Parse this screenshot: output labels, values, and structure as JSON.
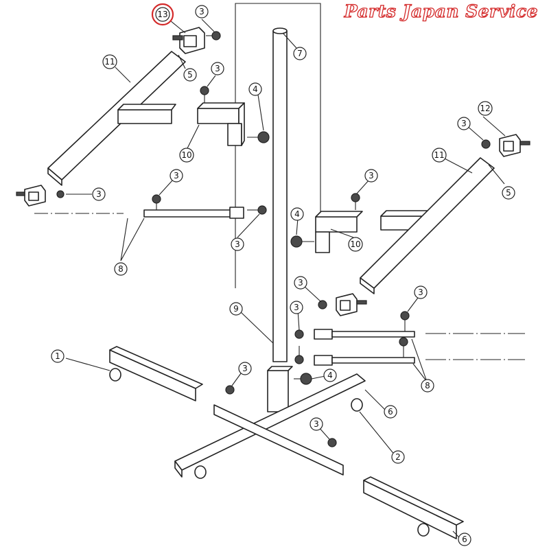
{
  "watermark": {
    "text": "Parts Japan Service",
    "color": "#d42a2a"
  },
  "highlight": {
    "part": "13",
    "color": "#d42a2a"
  },
  "callouts": {
    "c1": "1",
    "c2": "2",
    "c3": "3",
    "c4": "4",
    "c5": "5",
    "c6": "6",
    "c7": "7",
    "c8": "8",
    "c9": "9",
    "c10": "10",
    "c11": "11",
    "c12": "12",
    "c13": "13"
  }
}
